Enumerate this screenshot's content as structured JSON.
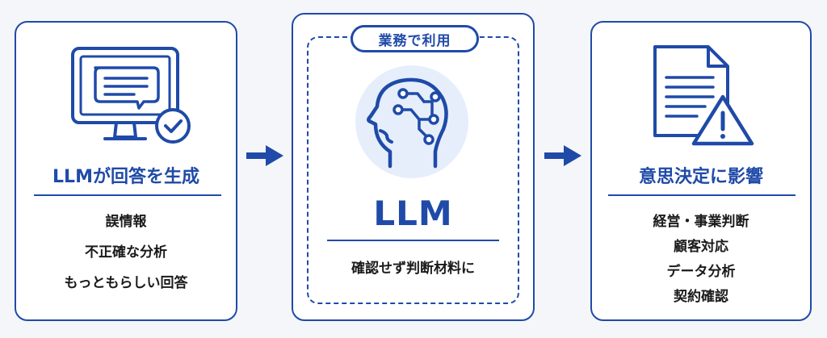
{
  "left_card": {
    "heading": "LLMが回答を生成",
    "items": [
      "誤情報",
      "不正確な分析",
      "もっともらしい回答"
    ]
  },
  "middle_card": {
    "badge": "業務で利用",
    "heading": "LLM",
    "caption": "確認せず判断材料に"
  },
  "right_card": {
    "heading": "意思決定に影響",
    "items": [
      "経営・事業判断",
      "顧客対応",
      "データ分析",
      "契約確認"
    ]
  },
  "icons": {
    "left": "monitor-check-icon",
    "middle": "ai-head-icon",
    "right": "document-warning-icon",
    "arrow": "arrow-right-icon"
  },
  "colors": {
    "accent": "#1f4aa8",
    "circle": "#e6eefb",
    "background": "#f4f6f9"
  }
}
